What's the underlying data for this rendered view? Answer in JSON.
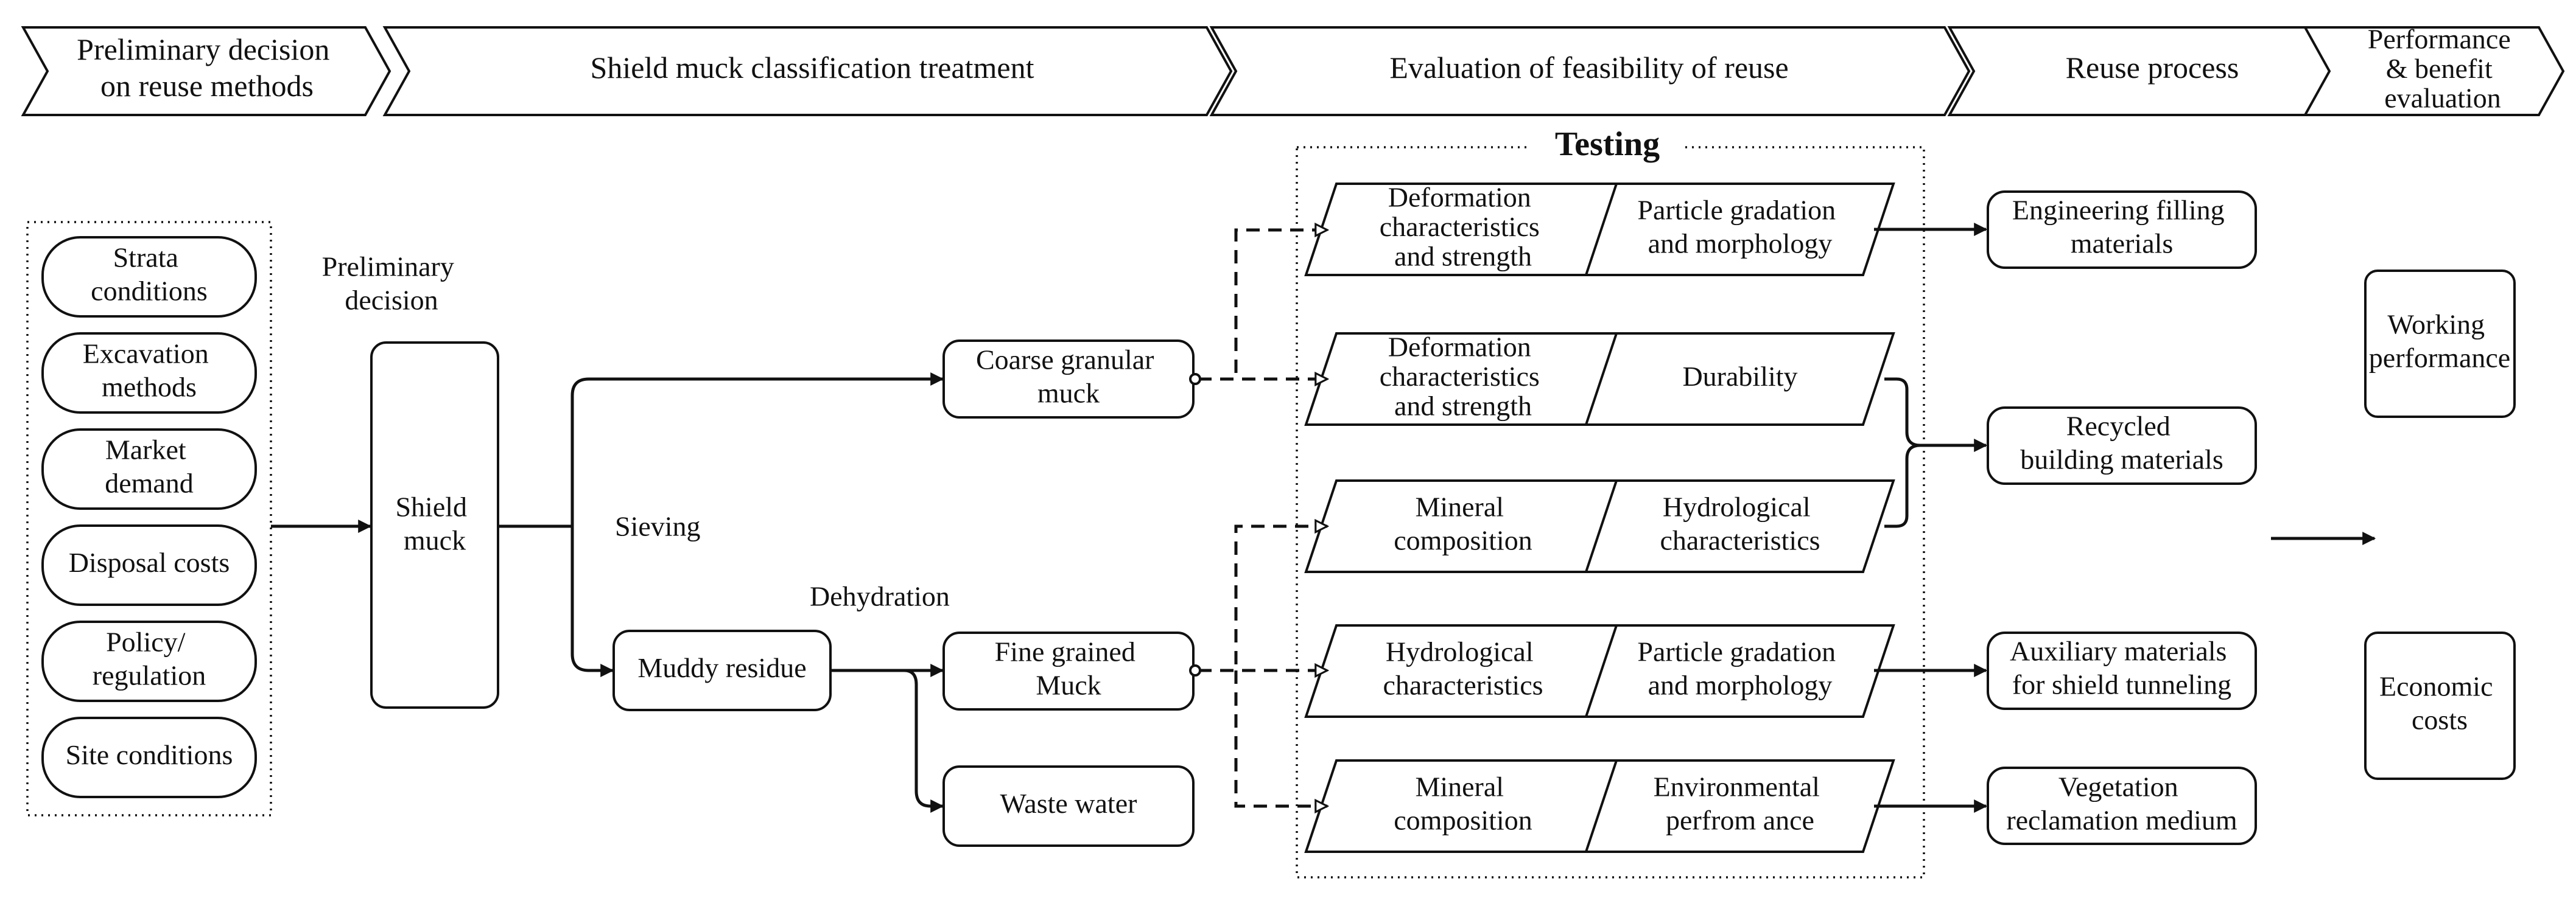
{
  "stages": [
    {
      "lines": [
        "Preliminary decision",
        "on reuse methods"
      ]
    },
    {
      "lines": [
        "Shield muck classification treatment"
      ]
    },
    {
      "lines": [
        "Evaluation of  feasibility of reuse"
      ]
    },
    {
      "lines": [
        "Reuse process"
      ]
    },
    {
      "lines": [
        "Performance",
        "& benefit",
        "evaluation"
      ]
    }
  ],
  "factors": [
    {
      "lines": [
        "Strata",
        "conditions"
      ]
    },
    {
      "lines": [
        "Excavation",
        "methods"
      ]
    },
    {
      "lines": [
        "Market",
        "demand"
      ]
    },
    {
      "lines": [
        "Disposal costs"
      ]
    },
    {
      "lines": [
        "Policy/",
        "regulation"
      ]
    },
    {
      "lines": [
        "Site conditions"
      ]
    }
  ],
  "process": {
    "preliminary_decision": [
      "Preliminary",
      "decision"
    ],
    "shield_muck": [
      "Shield",
      "muck"
    ],
    "sieving": "Sieving",
    "dehydration": "Dehydration",
    "coarse": [
      "Coarse granular",
      "muck"
    ],
    "muddy": [
      "Muddy residue"
    ],
    "fine": [
      "Fine grained",
      "Muck"
    ],
    "waste": [
      "Waste water"
    ]
  },
  "testing": {
    "title": "Testing",
    "rows": [
      {
        "left": [
          "Deformation",
          "characteristics",
          "and strength"
        ],
        "right": [
          "Particle gradation",
          "and morphology"
        ]
      },
      {
        "left": [
          "Deformation",
          "characteristics",
          "and strength"
        ],
        "right": [
          "Durability"
        ]
      },
      {
        "left": [
          "Mineral",
          "composition"
        ],
        "right": [
          "Hydrological",
          "characteristics"
        ]
      },
      {
        "left": [
          "Hydrological",
          "characteristics"
        ],
        "right": [
          "Particle gradation",
          "and morphology"
        ]
      },
      {
        "left": [
          "Mineral",
          "composition"
        ],
        "right": [
          "Environmental",
          "perfrom ance"
        ]
      }
    ]
  },
  "reuse": [
    {
      "lines": [
        "Engineering filling",
        "materials"
      ]
    },
    {
      "lines": [
        "Recycled",
        "building materials"
      ]
    },
    {
      "lines": [
        "Auxiliary materials",
        "for shield tunneling"
      ]
    },
    {
      "lines": [
        "Vegetation",
        "reclamation medium"
      ]
    }
  ],
  "evaluation": [
    {
      "lines": [
        "Working",
        "performance"
      ]
    },
    {
      "lines": [
        "Economic",
        "costs"
      ]
    }
  ]
}
